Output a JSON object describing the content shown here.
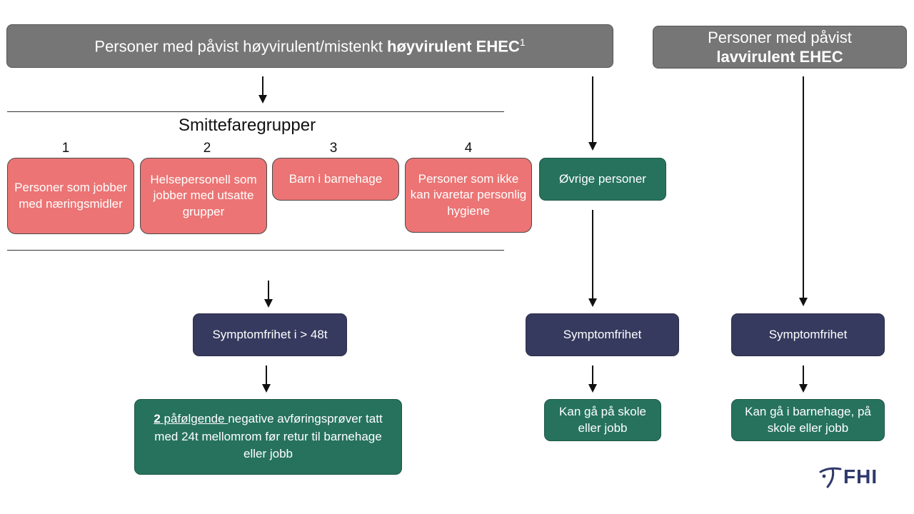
{
  "header_left": {
    "text_normal": "Personer med påvist høyvirulent/mistenkt ",
    "text_bold": "høyvirulent EHEC",
    "superscript": "1"
  },
  "header_right": {
    "line1": "Personer med påvist",
    "line2_bold": "lavvirulent EHEC"
  },
  "groups_title": "Smittefaregrupper",
  "groups": [
    {
      "number": "1",
      "label": "Personer som jobber med næringsmidler"
    },
    {
      "number": "2",
      "label": "Helsepersonell som jobber med utsatte grupper"
    },
    {
      "number": "3",
      "label": "Barn i barnehage"
    },
    {
      "number": "4",
      "label": "Personer som ikke kan ivaretar personlig hygiene"
    }
  ],
  "other_persons": "Øvrige personer",
  "symptom_48": "Symptomfrihet i > 48t",
  "symptom_free_mid": "Symptomfrihet",
  "symptom_free_right": "Symptomfrihet",
  "outcome_left": {
    "part_bold_underlined": "2",
    "part_underlined": " påfølgende ",
    "rest": "negative avføringsprøver tatt med 24t mellomrom før retur til barnehage eller jobb"
  },
  "outcome_mid": "Kan gå på skole eller jobb",
  "outcome_right": "Kan gå i barnehage, på skole eller jobb",
  "logo": {
    "text": "FHI",
    "icon": "fhi-logo-icon",
    "color": "#2f3a6b"
  },
  "colors": {
    "header": "#767676",
    "risk_group": "#ec7474",
    "teal": "#26725d",
    "navy": "#363a5e"
  }
}
